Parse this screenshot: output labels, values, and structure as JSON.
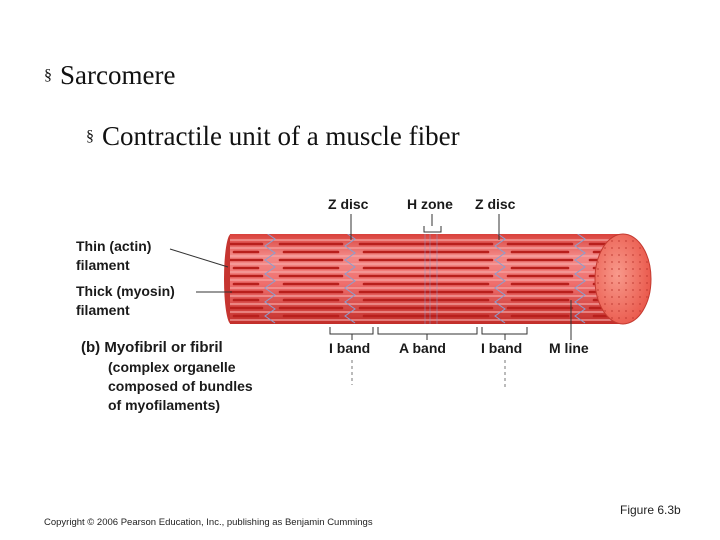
{
  "bullets": {
    "symbol": "§",
    "level1": "Sarcomere",
    "level2": "Contractile unit of a muscle fiber"
  },
  "diagram": {
    "top_labels": {
      "z_disc_left": "Z disc",
      "h_zone": "H zone",
      "z_disc_right": "Z disc"
    },
    "left_labels": {
      "thin_line1": "Thin (actin)",
      "thin_line2": "filament",
      "thick_line1": "Thick (myosin)",
      "thick_line2": "filament"
    },
    "bottom_labels": {
      "i_band_left": "I band",
      "a_band": "A band",
      "i_band_right": "I band",
      "m_line": "M line"
    },
    "caption": {
      "line1": "(b) Myofibril or fibril",
      "line2": "(complex organelle",
      "line3": "composed of bundles",
      "line4": "of myofilaments)"
    },
    "colors": {
      "cylinder_light": "#f0787a",
      "cylinder_dark": "#c9302c",
      "thin_filament": "#e63c38",
      "thick_filament": "#b81f1c",
      "z_disc": "#8a9fd0",
      "end_cap": "#f26a5e"
    }
  },
  "footer": {
    "copyright": "Copyright © 2006 Pearson Education, Inc., publishing as Benjamin Cummings",
    "figure": "Figure 6.3b"
  }
}
